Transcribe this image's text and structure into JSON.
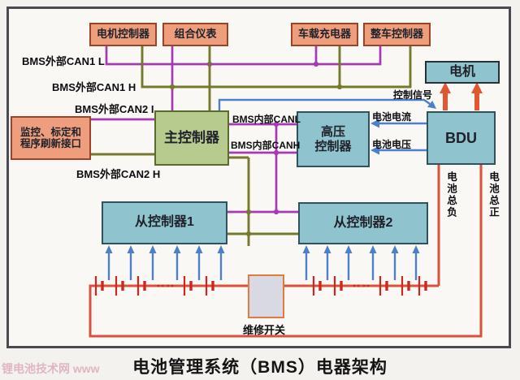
{
  "title": "电池管理系统（BMS）电器架构",
  "watermark": "锂电池技术网 www",
  "boxes": {
    "motor_controller": "电机控制器",
    "instrument_cluster": "组合仪表",
    "onboard_charger": "车载充电器",
    "vehicle_controller": "整车控制器",
    "motor": "电机",
    "main_controller": "主控制器",
    "monitor_interface_line1": "监控、标定和",
    "monitor_interface_line2": "程序刷新接口",
    "hv_controller_line1": "高压",
    "hv_controller_line2": "控制器",
    "bdu": "BDU",
    "slave_controller_1": "从控制器1",
    "slave_controller_2": "从控制器2"
  },
  "wire_labels": {
    "can1_l": "BMS外部CAN1 L",
    "can1_h": "BMS外部CAN1 H",
    "can2_i": "BMS外部CAN2 I",
    "can2_h": "BMS外部CAN2 H",
    "internal_canl": "BMS内部CANL",
    "internal_canh": "BMS内部CANH",
    "control_signal": "控制信号",
    "battery_current": "电池电流",
    "battery_voltage": "电池电压",
    "battery_total_negative": "电池总负",
    "battery_total_positive": "电池总正",
    "service_switch": "维修开关"
  },
  "colors": {
    "pagebg": "#f3f2ef",
    "diagbg": "#faf8f4",
    "frame": "#4a4a52",
    "salmon": "#ee9e7d",
    "salmonBorder": "#9a4328",
    "teal": "#8fc3ce",
    "tealBorder": "#2f525c",
    "green": "#b7cb8f",
    "greenBorder": "#5a6c2c",
    "switchFill": "#d9d9e3",
    "switchBorder": "#e07a3f",
    "purple": "#a43bb0",
    "olive": "#75792b",
    "blue": "#4f7fc9",
    "red": "#d9513d",
    "redArrow": "#e2572f",
    "battery": "#cf2620",
    "watermark": "#c2557e"
  }
}
